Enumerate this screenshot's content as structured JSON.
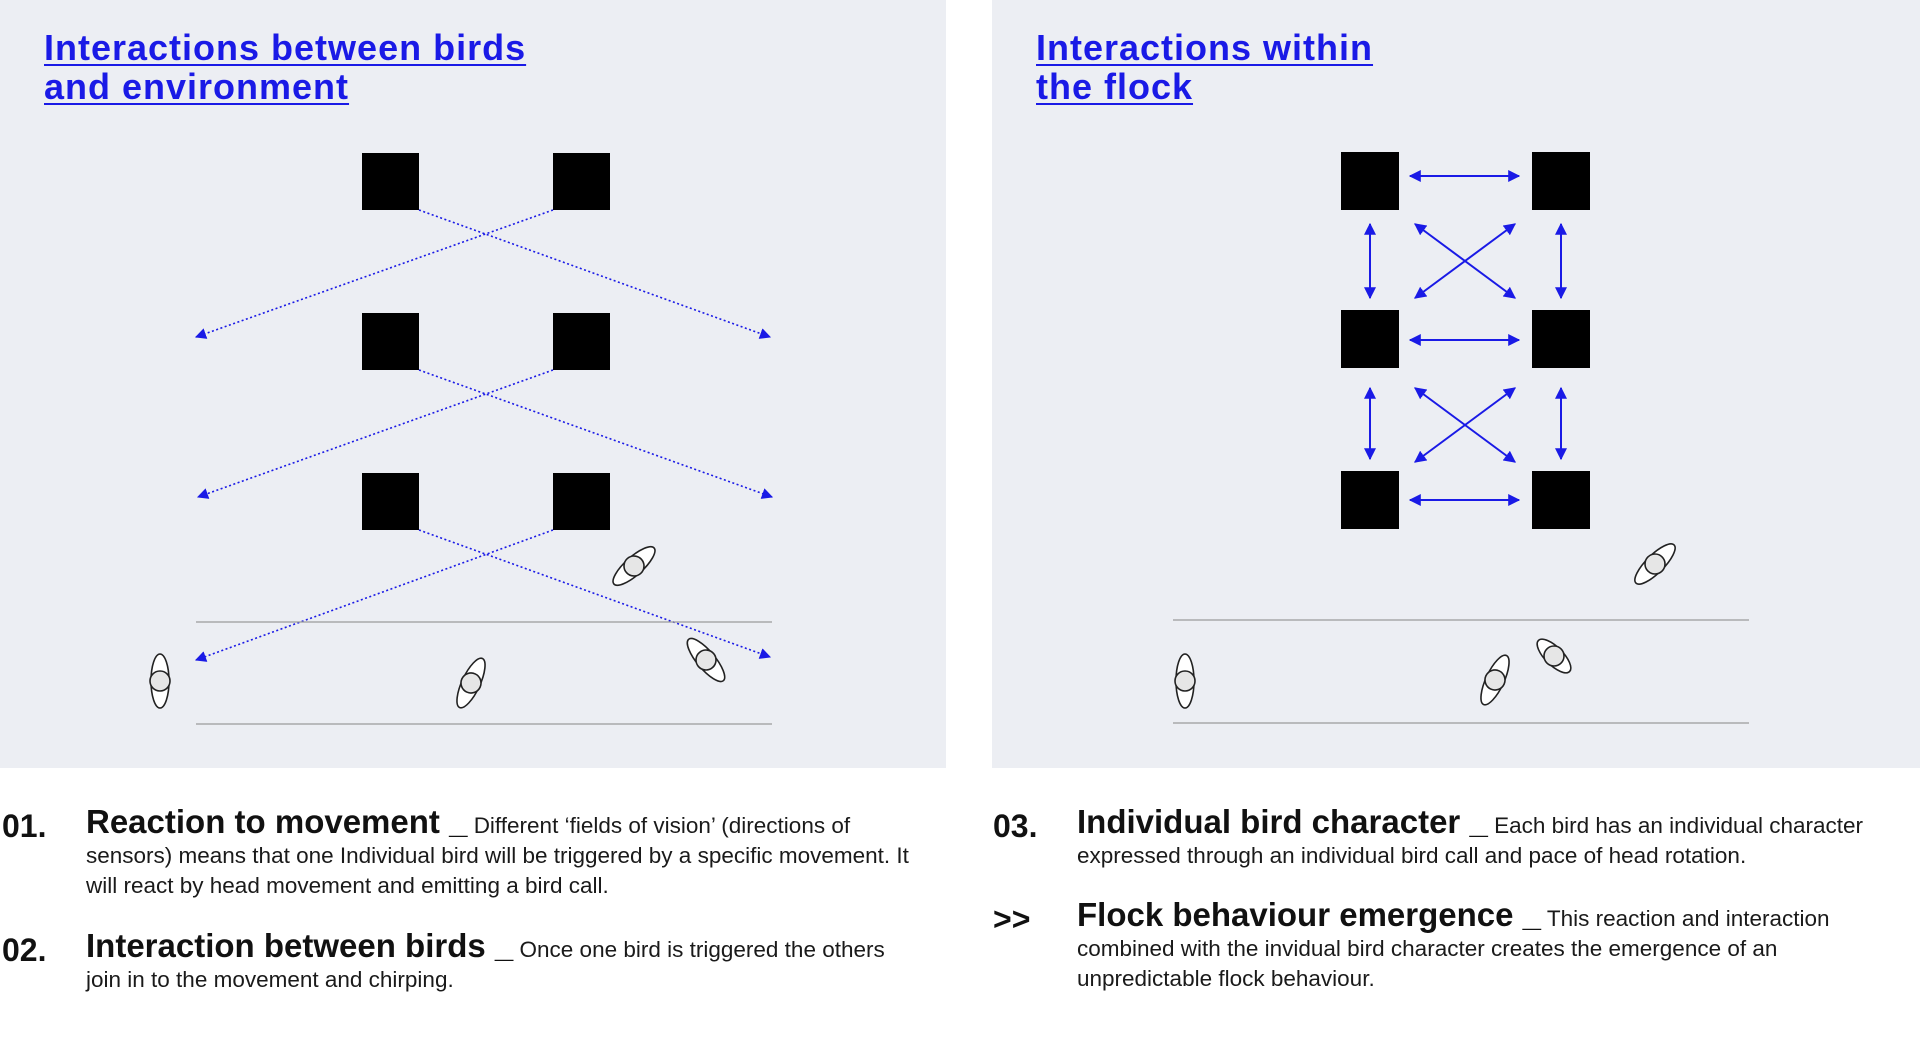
{
  "left_panel": {
    "title_lines": [
      "Interactions between birds",
      "and environment"
    ]
  },
  "right_panel": {
    "title_lines": [
      "Interactions within",
      "the flock"
    ]
  },
  "descriptions": [
    {
      "number": "01.",
      "heading": "Reaction to movement _",
      "text": "Different ‘fields of vision’ (directions of sensors) means that one Individual bird will be triggered by a specific movement. It will react by head movement and emitting a bird call."
    },
    {
      "number": "02.",
      "heading": "Interaction between birds _",
      "text": "Once one bird is triggered the others join in to the movement and chirping."
    },
    {
      "number": "03.",
      "heading": "Individual bird character _",
      "text": "Each bird has an individual character expressed through an individual bird call and pace of head rotation."
    },
    {
      "number": ">>",
      "heading": "Flock behaviour emergence _",
      "text": "This reaction and interaction combined with the invidual bird character creates the emergence of an unpredictable flock behaviour."
    }
  ],
  "colors": {
    "panel_bg": "#eceef3",
    "accent_blue": "#1a1ae6",
    "node_fill": "#000000",
    "ground_line": "#9a9a9a"
  }
}
